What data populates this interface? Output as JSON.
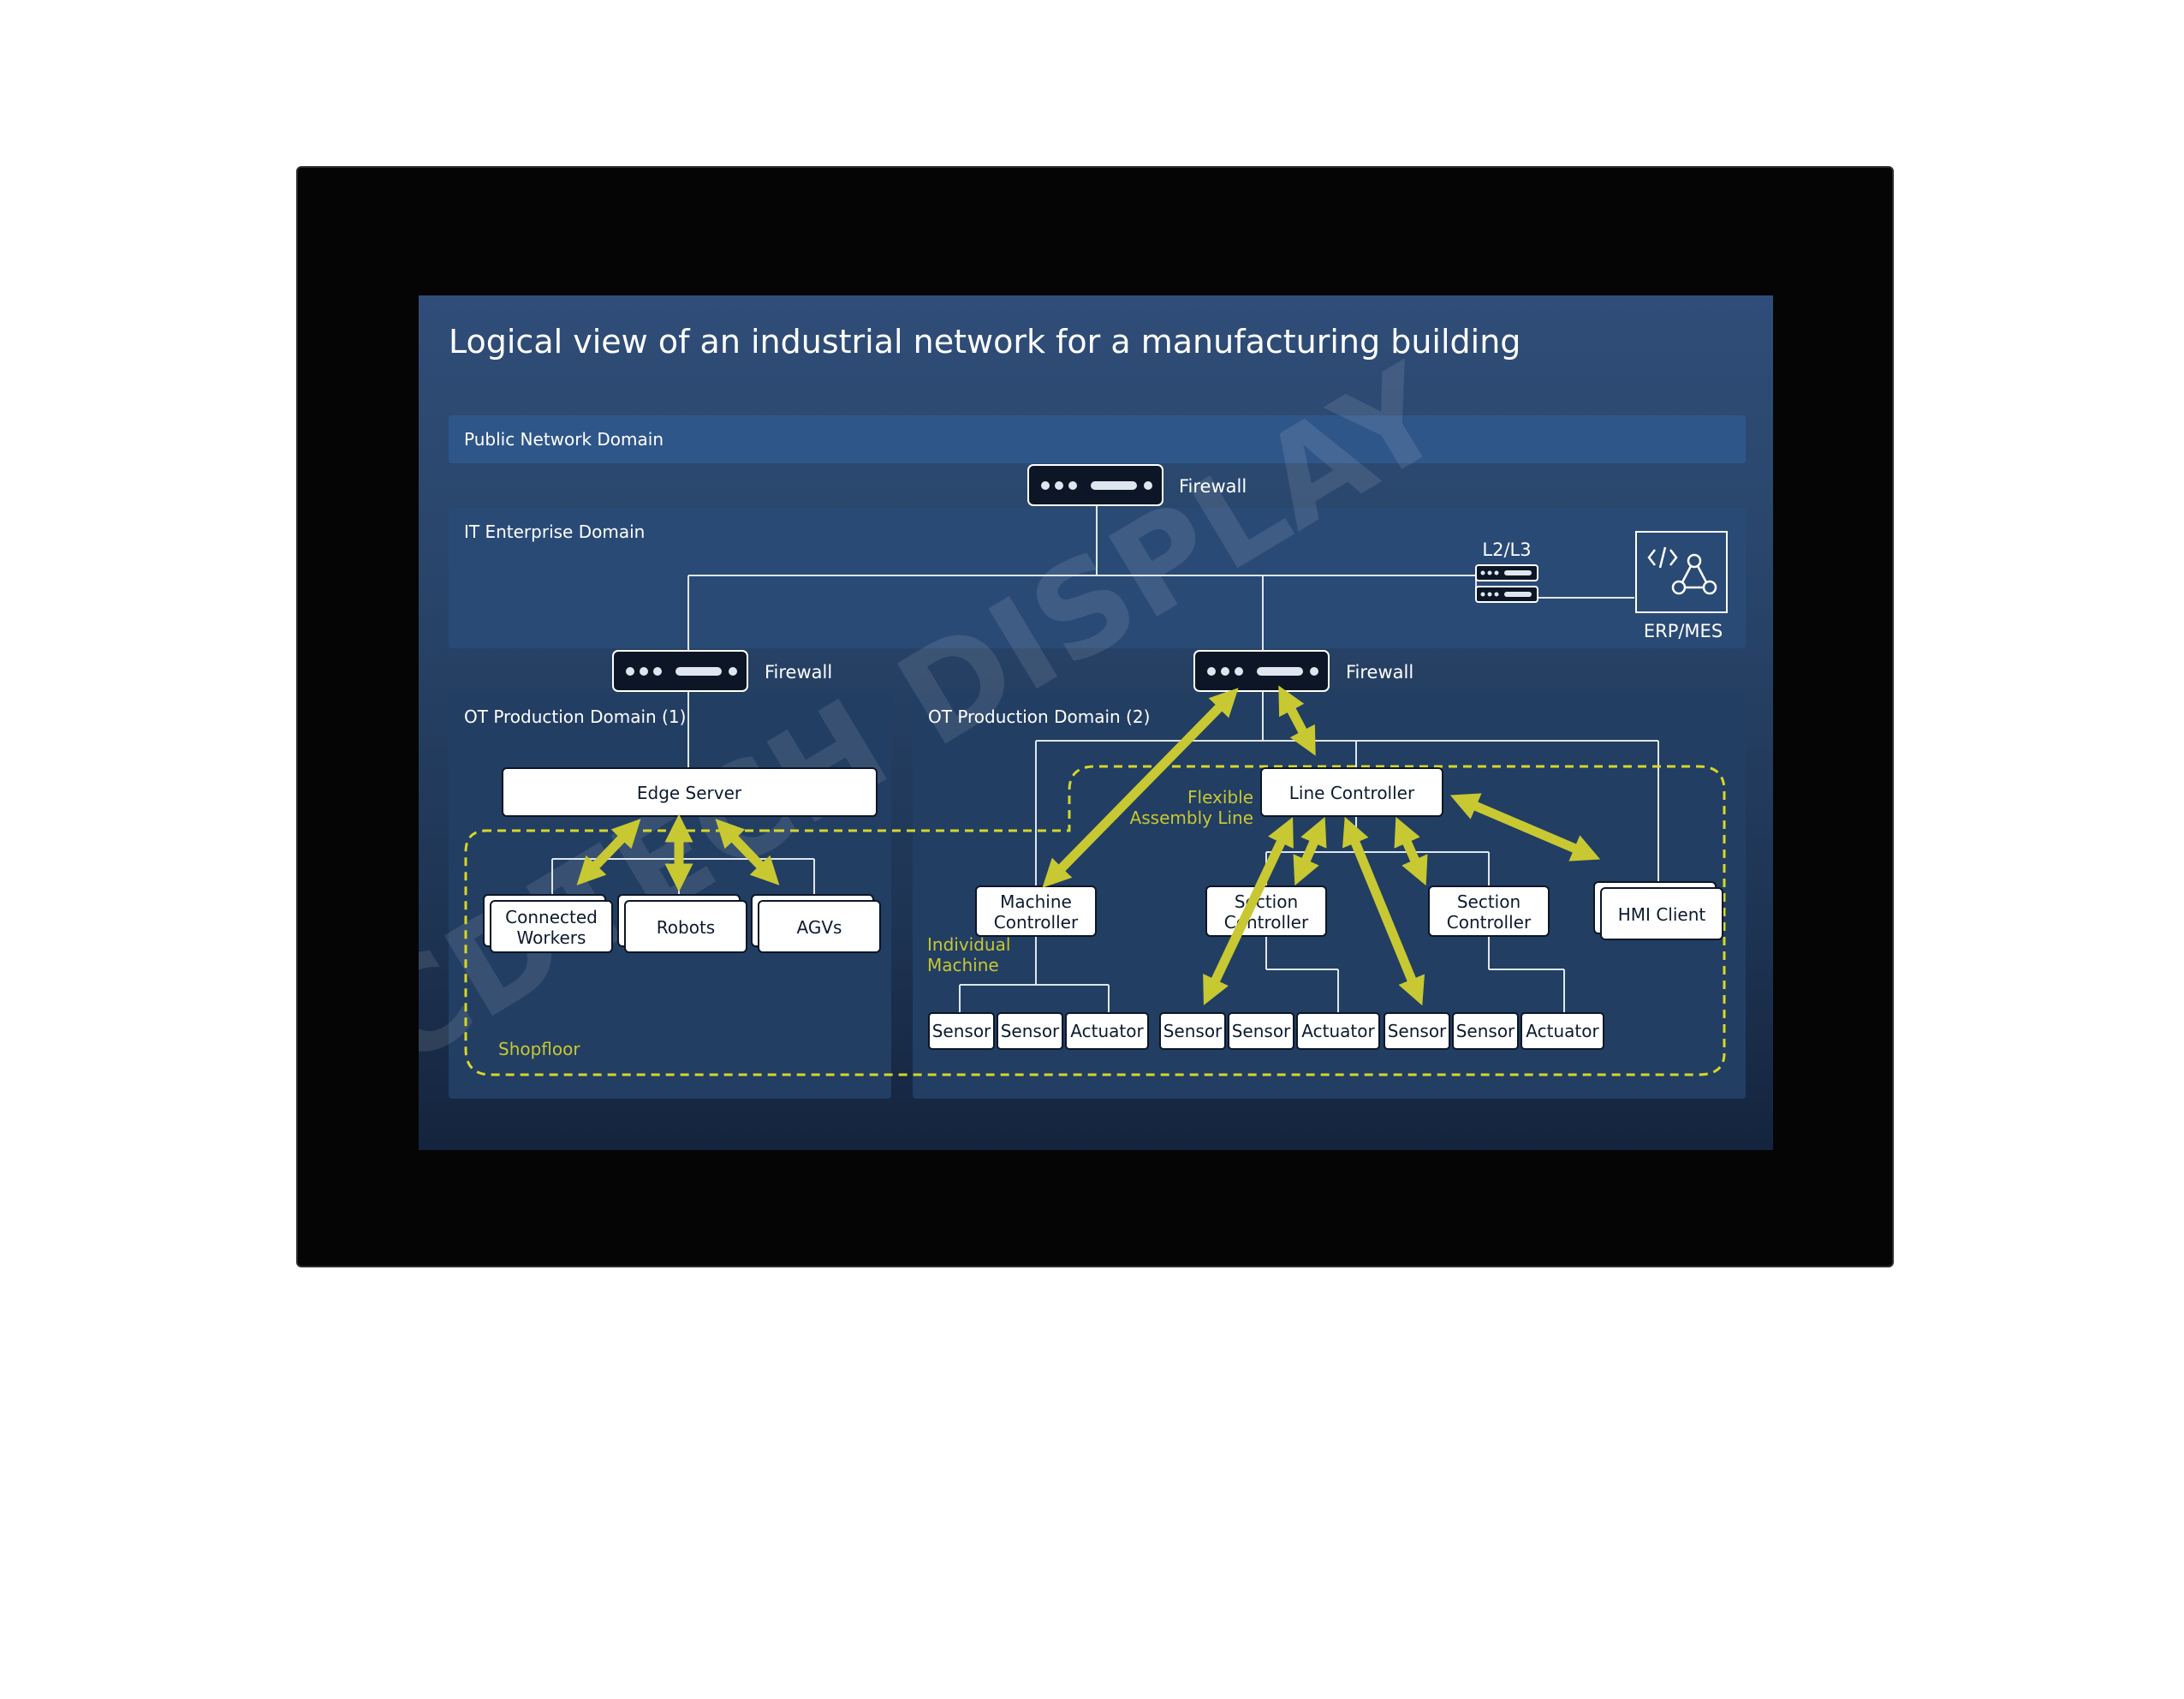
{
  "title": "Logical view of an industrial network for a manufacturing building",
  "domains": {
    "public": "Public Network Domain",
    "it": "IT Enterprise Domain",
    "ot1": "OT Production Domain (1)",
    "ot2": "OT Production Domain (2)"
  },
  "firewalls": {
    "top": "Firewall",
    "left": "Firewall",
    "right": "Firewall"
  },
  "switch_label": "L2/L3",
  "erp_label": "ERP/MES",
  "nodes": {
    "edge_server": "Edge Server",
    "connected_workers_1": "Connected",
    "connected_workers_2": "Workers",
    "robots": "Robots",
    "agvs": "AGVs",
    "line_controller": "Line Controller",
    "machine_controller_1": "Machine",
    "machine_controller_2": "Controller",
    "section_controller_a_1": "Section",
    "section_controller_a_2": "Controller",
    "section_controller_b_1": "Section",
    "section_controller_b_2": "Controller",
    "hmi_client": "HMI Client"
  },
  "leaves": {
    "sensor": "Sensor",
    "actuator": "Actuator"
  },
  "zones": {
    "shopfloor": "Shopfloor",
    "flexible_1": "Flexible",
    "flexible_2": "Assembly Line",
    "individual_1": "Individual",
    "individual_2": "Machine"
  },
  "watermark": "CDTECH DISPLAY",
  "colors": {
    "bezel": "#050505",
    "screen_top": "#2f4d78",
    "domain_band": "#2e5283",
    "domain_panel": "#244268",
    "accent_yellow": "#c8c832",
    "node_fill": "#ffffff"
  }
}
